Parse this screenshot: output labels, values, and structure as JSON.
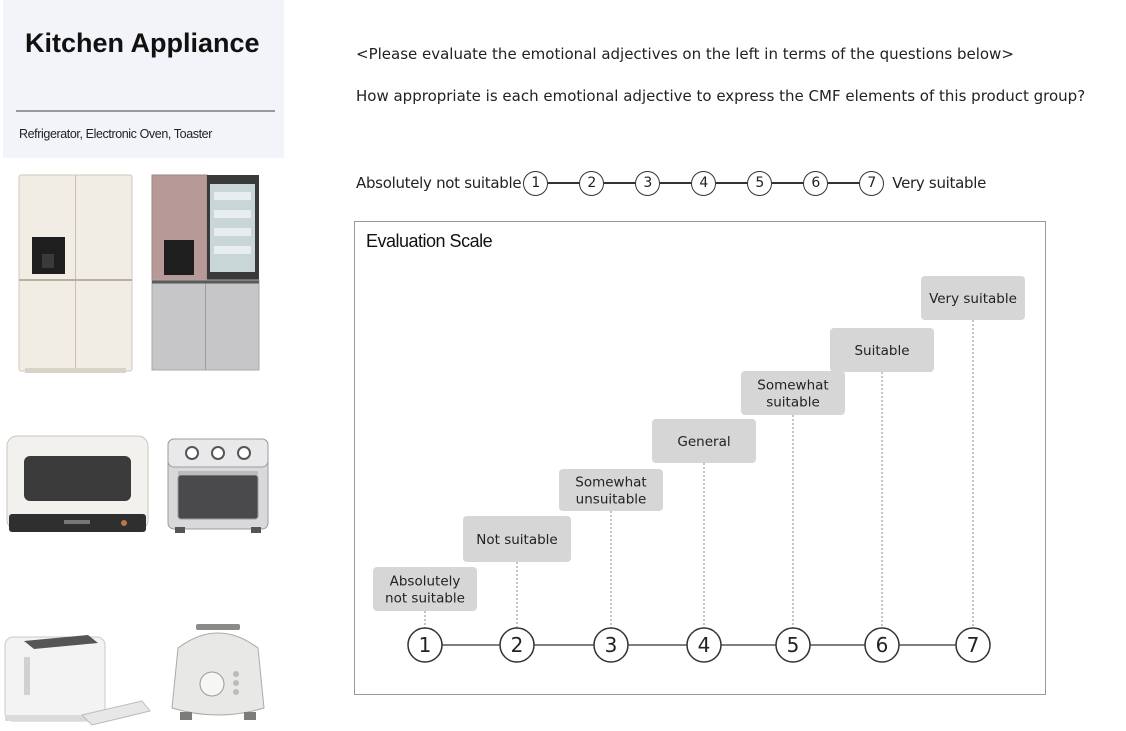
{
  "category": {
    "title": "Kitchen Appliance",
    "subtitle": "Refrigerator, Electronic Oven, Toaster"
  },
  "products": [
    {
      "name": "refrigerator-white",
      "icon": "refrigerator-icon"
    },
    {
      "name": "refrigerator-glass",
      "icon": "refrigerator-icon"
    },
    {
      "name": "oven-white",
      "icon": "oven-icon"
    },
    {
      "name": "oven-steel",
      "icon": "oven-icon"
    },
    {
      "name": "toaster-white",
      "icon": "toaster-icon"
    },
    {
      "name": "toaster-retro",
      "icon": "toaster-icon"
    }
  ],
  "instructions": {
    "line1": "<Please evaluate the emotional adjectives on the left in terms of the questions below>",
    "line2": "How appropriate is each emotional adjective to express the CMF elements of this product group?"
  },
  "scale": {
    "left_label": "Absolutely not suitable",
    "right_label": "Very suitable",
    "points": [
      "1",
      "2",
      "3",
      "4",
      "5",
      "6",
      "7"
    ]
  },
  "evaluation": {
    "title": "Evaluation Scale",
    "levels": [
      {
        "number": "1",
        "lines": [
          "Absolutely",
          "not suitable"
        ]
      },
      {
        "number": "2",
        "lines": [
          "Not suitable"
        ]
      },
      {
        "number": "3",
        "lines": [
          "Somewhat",
          "unsuitable"
        ]
      },
      {
        "number": "4",
        "lines": [
          "General"
        ]
      },
      {
        "number": "5",
        "lines": [
          "Somewhat",
          "suitable"
        ]
      },
      {
        "number": "6",
        "lines": [
          "Suitable"
        ]
      },
      {
        "number": "7",
        "lines": [
          "Very suitable"
        ]
      }
    ]
  },
  "colors": {
    "panel_bg": "#f3f4f9",
    "label_box": "#d6d6d6",
    "line": "#333333"
  }
}
